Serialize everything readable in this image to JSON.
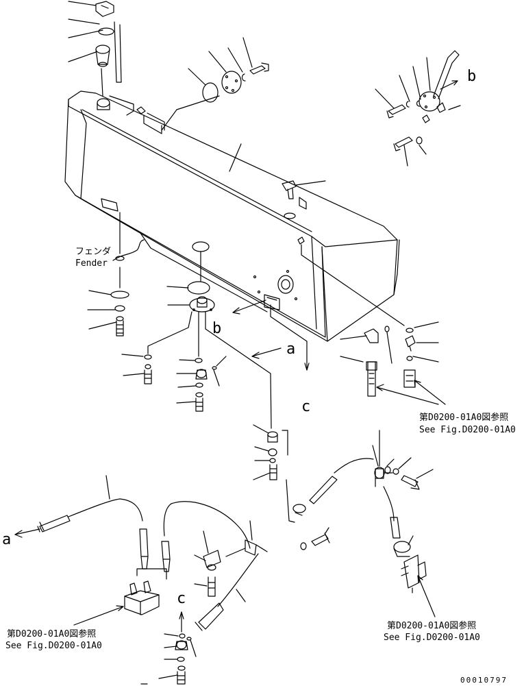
{
  "title": "",
  "labels": {
    "fender_jp": "フェンダ",
    "fender_en": "Fender",
    "marker_a": "a",
    "marker_b": "b",
    "marker_c": "c",
    "ref_jp": "第D0200-01A0図参照",
    "ref_en": "See Fig.D0200-01A0",
    "drawing_number": "00010797"
  },
  "colors": {
    "line": "#000000",
    "paper": "#ffffff"
  }
}
